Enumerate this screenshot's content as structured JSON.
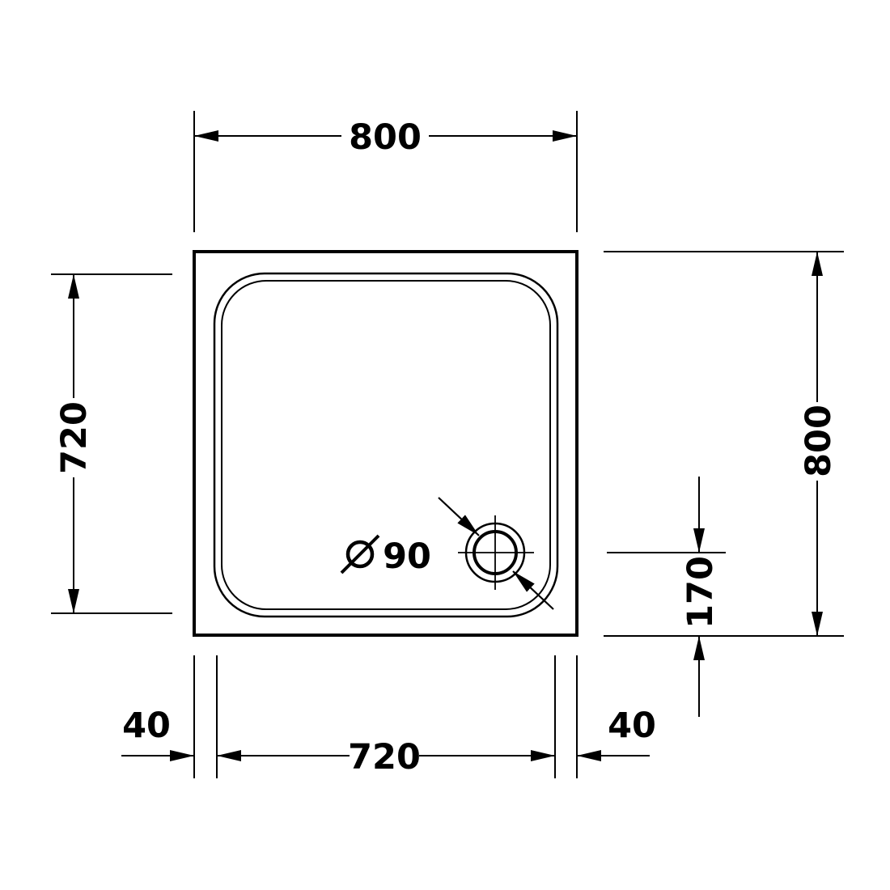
{
  "dimensions": {
    "top_width": "800",
    "right_height": "800",
    "left_inner_height": "720",
    "bottom_inner_width": "720",
    "bottom_left_rim": "40",
    "bottom_right_rim": "40",
    "drain_offset": "170",
    "drain_diameter_value": "90"
  },
  "icons": {
    "diameter_symbol": "diameter-icon",
    "arrow": "arrowhead-icon"
  },
  "colors": {
    "line": "#000000",
    "background": "#ffffff"
  }
}
